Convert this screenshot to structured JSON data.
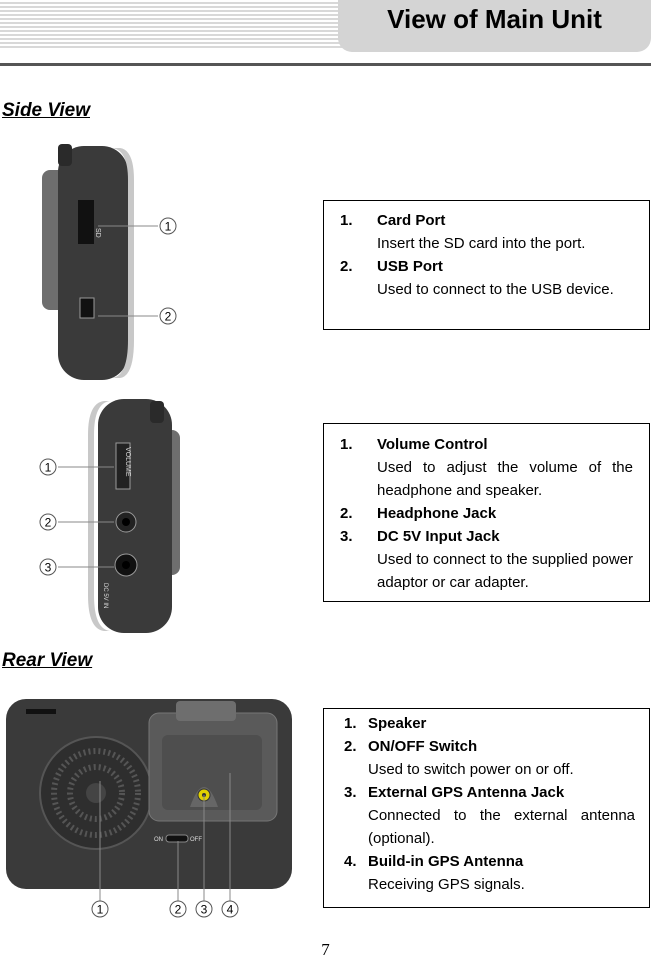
{
  "header": {
    "title": "View of Main Unit"
  },
  "side_view": {
    "heading": "Side View",
    "figure1": {
      "callouts": [
        "1",
        "2"
      ],
      "slot_label": "SD"
    },
    "box1": [
      {
        "num": "1.",
        "title": "Card Port",
        "desc": "Insert the SD card into the port."
      },
      {
        "num": "2.",
        "title": "USB Port",
        "desc": "Used to connect to the USB device."
      }
    ],
    "figure2": {
      "callouts": [
        "1",
        "2",
        "3"
      ],
      "volume_label": "VOLUME",
      "dc_label": "DC 5V IN"
    },
    "box2": [
      {
        "num": "1.",
        "title": "Volume Control",
        "desc": "Used to adjust the volume of the headphone and speaker."
      },
      {
        "num": "2.",
        "title": "Headphone Jack",
        "desc": ""
      },
      {
        "num": "3.",
        "title": "DC 5V Input Jack",
        "desc": "Used to connect to the supplied power adaptor or car adapter."
      }
    ]
  },
  "rear_view": {
    "heading": "Rear View",
    "figure": {
      "callouts": [
        "1",
        "2",
        "3",
        "4"
      ],
      "switch_on": "ON",
      "switch_off": "OFF"
    },
    "box": [
      {
        "num": "1.",
        "title": "Speaker",
        "desc": ""
      },
      {
        "num": "2.",
        "title": "ON/OFF Switch",
        "desc": "Used to switch power on or off."
      },
      {
        "num": "3.",
        "title": "External GPS Antenna Jack",
        "desc": "Connected to the external antenna (optional)."
      },
      {
        "num": "4.",
        "title": "Build-in GPS Antenna",
        "desc": "Receiving GPS signals."
      }
    ]
  },
  "footer": {
    "page_number": "7"
  },
  "colors": {
    "header_tab": "#d4d4d4",
    "rule": "#555555",
    "device_dark": "#3a3a3a",
    "device_bezel": "#c8c8c8",
    "antenna_jack": "#e0d000"
  }
}
